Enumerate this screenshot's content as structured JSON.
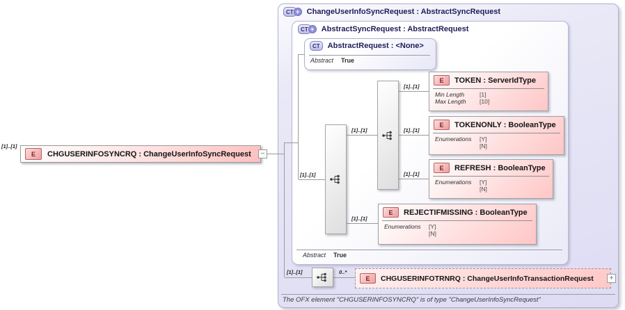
{
  "root_element": {
    "cardinality": "[1]..[1]",
    "icon": "E",
    "title": "CHGUSERINFOSYNCRQ : ChangeUserInfoSyncRequest",
    "toggle": "−"
  },
  "outer_type": {
    "icon": "CT",
    "icon_plus": "+",
    "title": "ChangeUserInfoSyncRequest : AbstractSyncRequest",
    "footer_note": "The OFX element \"CHGUSERINFOSYNCRQ\" is of type \"ChangeUserInfoSyncRequest\""
  },
  "sync_type": {
    "icon": "CT",
    "icon_plus": "+",
    "title": "AbstractSyncRequest : AbstractRequest",
    "abstract_label": "Abstract",
    "abstract_value": "True"
  },
  "base_type": {
    "icon": "CT",
    "title": "AbstractRequest : <None>",
    "abstract_label": "Abstract",
    "abstract_value": "True"
  },
  "sequences": {
    "outer_cardinality": "[1]..[1]",
    "inner_cardinality": "[1]..[1]",
    "bottom_cardinality": "[1]..[1]"
  },
  "elements": [
    {
      "icon": "E",
      "cardinality": "[1]..[1]",
      "title": "TOKEN : ServerIdType",
      "facets": [
        {
          "label": "Min Length",
          "values": [
            "[1]"
          ]
        },
        {
          "label": "Max Length",
          "values": [
            "[10]"
          ]
        }
      ]
    },
    {
      "icon": "E",
      "cardinality": "[1]..[1]",
      "title": "TOKENONLY : BooleanType",
      "facets": [
        {
          "label": "Enumerations",
          "values": [
            "[Y]",
            "[N]"
          ]
        }
      ]
    },
    {
      "icon": "E",
      "cardinality": "[1]..[1]",
      "title": "REFRESH : BooleanType",
      "facets": [
        {
          "label": "Enumerations",
          "values": [
            "[Y]",
            "[N]"
          ]
        }
      ]
    },
    {
      "icon": "E",
      "cardinality": "[1]..[1]",
      "title": "REJECTIFMISSING : BooleanType",
      "facets": [
        {
          "label": "Enumerations",
          "values": [
            "[Y]",
            "[N]"
          ]
        }
      ]
    }
  ],
  "transaction_element": {
    "icon": "E",
    "cardinality": "0..*",
    "title": "CHGUSERINFOTRNRQ : ChangeUserInfoTransactionRequest",
    "toggle": "+"
  },
  "colors": {
    "outer_fill": "#dedcf3",
    "element_pink": "#ffc6c6",
    "lavender_border": "#b0b0cc",
    "connector": "#9a9a9a"
  }
}
